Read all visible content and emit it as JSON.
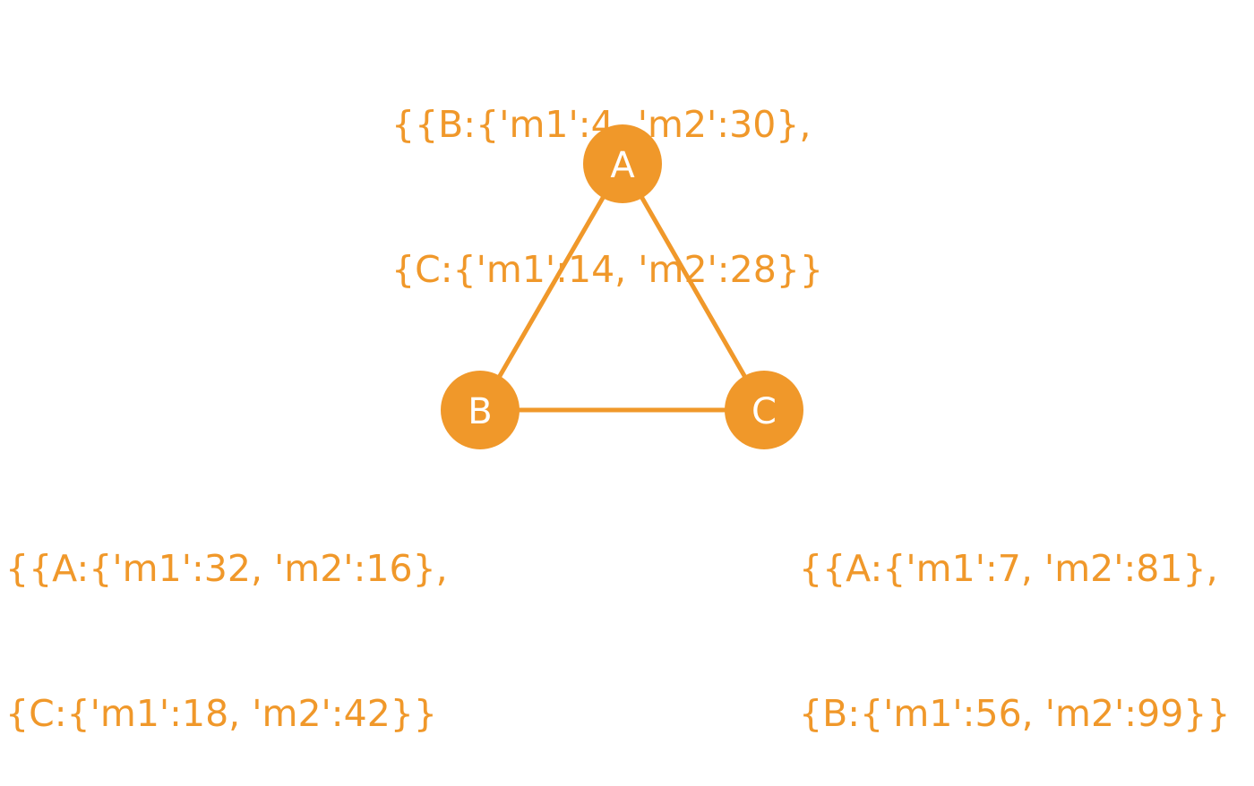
{
  "colors": {
    "accent": "#F0982A",
    "node_text": "#FFFFFF",
    "background": "#FFFFFF"
  },
  "nodes": [
    {
      "id": "A",
      "label": "A"
    },
    {
      "id": "B",
      "label": "B"
    },
    {
      "id": "C",
      "label": "C"
    }
  ],
  "edges": [
    {
      "from": "A",
      "to": "B"
    },
    {
      "from": "A",
      "to": "C"
    },
    {
      "from": "B",
      "to": "C"
    }
  ],
  "annotations": {
    "A": {
      "line1": "{{B:{'m1':4, 'm2':30},",
      "line2": "{C:{'m1':14, 'm2':28}}"
    },
    "B": {
      "line1": "{{A:{'m1':32, 'm2':16},",
      "line2": "{C:{'m1':18, 'm2':42}}"
    },
    "C": {
      "line1": "{{A:{'m1':7, 'm2':81},",
      "line2": "{B:{'m1':56, 'm2':99}}"
    }
  }
}
